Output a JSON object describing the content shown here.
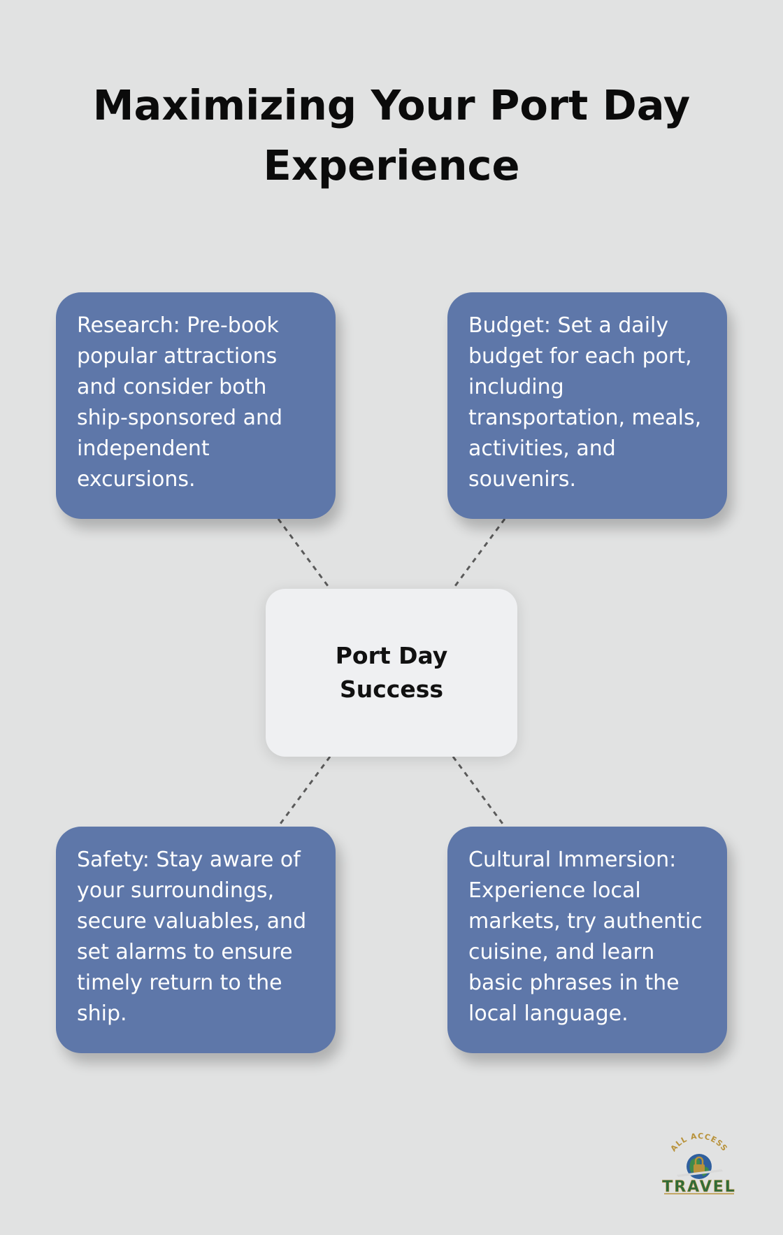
{
  "title": "Maximizing Your Port Day Experience",
  "hub": {
    "label": "Port Day Success"
  },
  "cards": [
    {
      "id": "research",
      "text": "Research: Pre-book popular attractions and consider both ship-sponsored and independent excursions."
    },
    {
      "id": "budget",
      "text": "Budget: Set a daily budget for each port, including transportation, meals, activities, and souvenirs."
    },
    {
      "id": "safety",
      "text": "Safety: Stay aware of your surroundings, secure valuables, and set alarms to ensure timely return to the ship."
    },
    {
      "id": "culture",
      "text": "Cultural Immersion: Experience local markets, try authentic cuisine, and learn basic phrases in the local language."
    }
  ],
  "logo": {
    "arc_text": "ALL ACCESS",
    "word": "TRAVEL",
    "colors": {
      "gold": "#b8923a",
      "green": "#2e6b3a",
      "globe_blue": "#2f5f9e",
      "globe_green": "#3f8a4a"
    }
  },
  "colors": {
    "background": "#e1e2e2",
    "card": "#5e77a9",
    "card_text": "#ffffff",
    "hub": "#eff0f2",
    "connector": "#5a5a5a",
    "title": "#0b0b0b"
  }
}
